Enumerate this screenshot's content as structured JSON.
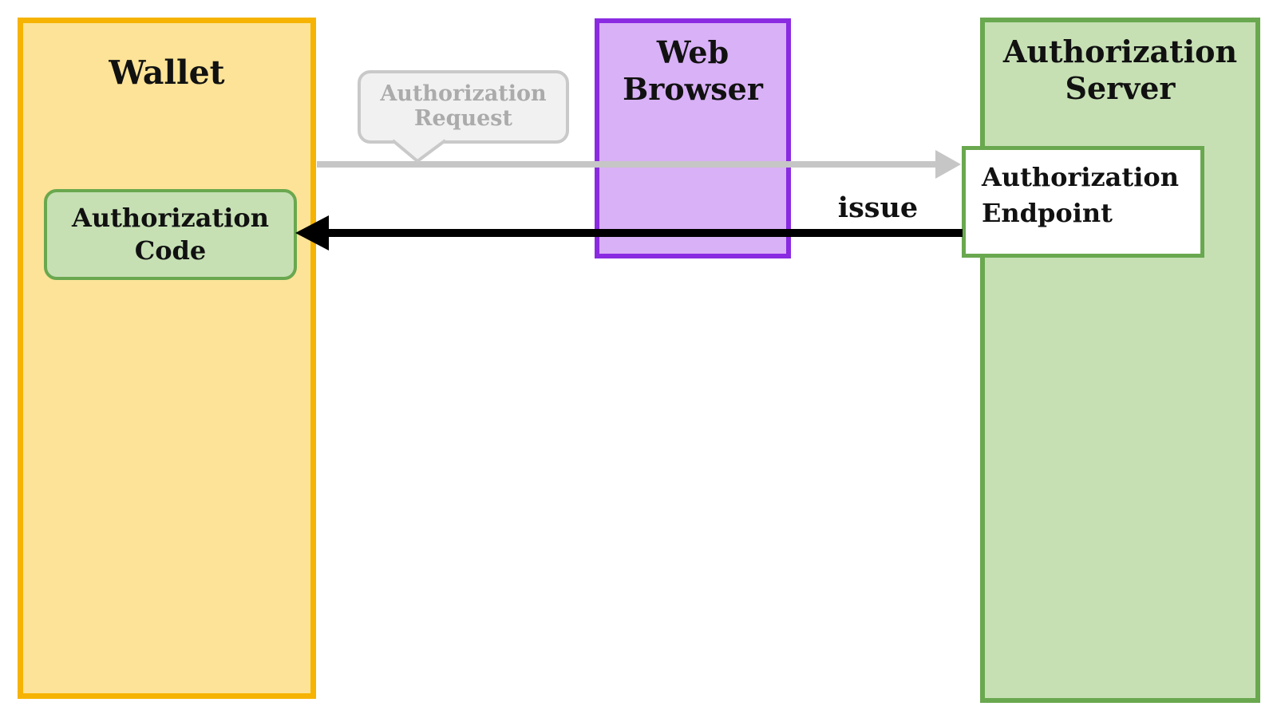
{
  "diagram": {
    "wallet": {
      "title": "Wallet",
      "authorization_code_label": "Authorization Code"
    },
    "web_browser": {
      "title": "Web Browser"
    },
    "authorization_server": {
      "title": "Authorization Server",
      "endpoint_label": "Authorization Endpoint"
    },
    "flows": {
      "authorization_request_label": "Authorization Request",
      "issue_label": "issue"
    },
    "colors": {
      "wallet_border": "#F6B301",
      "wallet_fill": "#FCE397",
      "green_border": "#6AA84F",
      "green_fill": "#C6E0B4",
      "purple_border": "#8A2BE2",
      "purple_fill": "#D9B1F7",
      "endpoint_fill": "#FFFFFF",
      "gray_arrow": "#C6C6C6",
      "bubble_fill": "#F1F1F1",
      "bubble_border": "#C9C9C9",
      "bubble_text": "#ABABAB",
      "issue_arrow": "#000000"
    }
  }
}
